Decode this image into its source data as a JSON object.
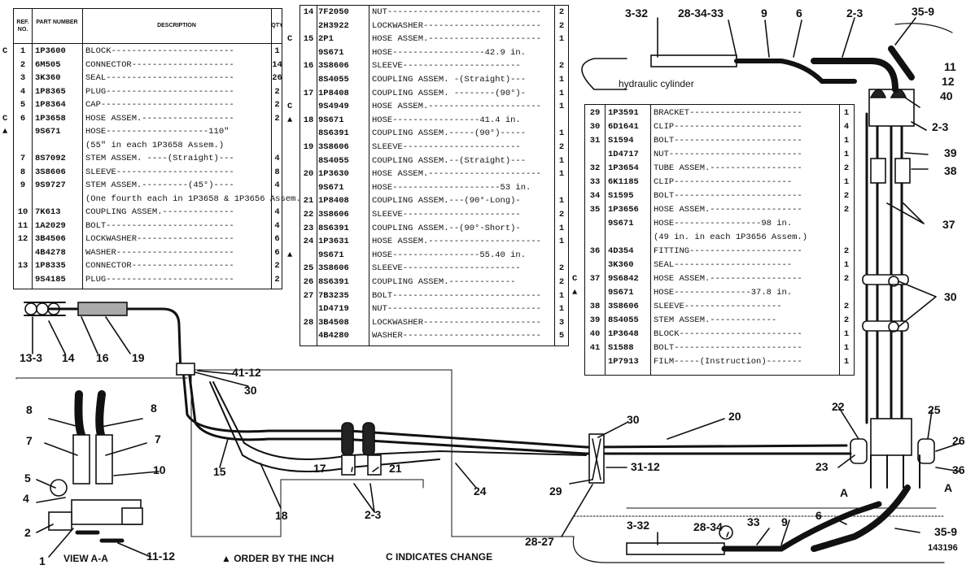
{
  "table1": {
    "headers": {
      "ref": "REF. NO.",
      "part": "PART NUMBER",
      "desc": "DESCRIPTION",
      "qty": "QTY"
    },
    "rows": [
      {
        "ref": "1",
        "part": "1P3600",
        "desc": "BLOCK------------------------",
        "qty": "1",
        "mark": "C"
      },
      {
        "ref": "2",
        "part": "6M505",
        "desc": "CONNECTOR--------------------",
        "qty": "14",
        "mark": ""
      },
      {
        "ref": "3",
        "part": "3K360",
        "desc": "SEAL-------------------------",
        "qty": "26",
        "mark": ""
      },
      {
        "ref": "4",
        "part": "1P8365",
        "desc": "PLUG-------------------------",
        "qty": "2",
        "mark": ""
      },
      {
        "ref": "5",
        "part": "1P8364",
        "desc": "CAP--------------------------",
        "qty": "2",
        "mark": ""
      },
      {
        "ref": "6",
        "part": "1P3658",
        "desc": "HOSE ASSEM.------------------",
        "qty": "2",
        "mark": "C"
      },
      {
        "ref": "",
        "part": "9S671",
        "desc": "  HOSE--------------------110\"",
        "qty": "",
        "mark": "▲"
      },
      {
        "ref": "",
        "part": "",
        "desc": "  (55\" in each 1P3658 Assem.)",
        "qty": "",
        "mark": ""
      },
      {
        "ref": "7",
        "part": "8S7092",
        "desc": "STEM ASSEM. ----(Straight)---",
        "qty": "4",
        "mark": ""
      },
      {
        "ref": "8",
        "part": "3S8606",
        "desc": "SLEEVE-----------------------",
        "qty": "8",
        "mark": ""
      },
      {
        "ref": "9",
        "part": "9S9727",
        "desc": "STEM ASSEM.---------(45°)----",
        "qty": "4",
        "mark": ""
      },
      {
        "ref": "",
        "part": "",
        "desc": "(One fourth each in 1P3658 & 1P3656 Assem.)",
        "qty": "",
        "mark": ""
      },
      {
        "ref": "10",
        "part": "7K613",
        "desc": "COUPLING ASSEM.--------------",
        "qty": "4",
        "mark": ""
      },
      {
        "ref": "11",
        "part": "1A2029",
        "desc": "BOLT-------------------------",
        "qty": "4",
        "mark": ""
      },
      {
        "ref": "12",
        "part": "3B4506",
        "desc": "LOCKWASHER-------------------",
        "qty": "6",
        "mark": ""
      },
      {
        "ref": "",
        "part": "4B4278",
        "desc": "WASHER-----------------------",
        "qty": "6",
        "mark": ""
      },
      {
        "ref": "13",
        "part": "1P8335",
        "desc": "CONNECTOR--------------------",
        "qty": "2",
        "mark": ""
      },
      {
        "ref": "",
        "part": "9S4185",
        "desc": "PLUG-------------------------",
        "qty": "2",
        "mark": ""
      }
    ]
  },
  "table2": {
    "rows": [
      {
        "ref": "14",
        "part": "7F2050",
        "desc": "NUT------------------------------",
        "qty": "2",
        "mark": ""
      },
      {
        "ref": "",
        "part": "2H3922",
        "desc": "LOCKWASHER-----------------------",
        "qty": "2",
        "mark": ""
      },
      {
        "ref": "15",
        "part": "2P1",
        "desc": "HOSE ASSEM.----------------------",
        "qty": "1",
        "mark": "C"
      },
      {
        "ref": "",
        "part": "9S671",
        "desc": "  HOSE------------------42.9 in.",
        "qty": "",
        "mark": ""
      },
      {
        "ref": "16",
        "part": "3S8606",
        "desc": "  SLEEVE-----------------------",
        "qty": "2",
        "mark": ""
      },
      {
        "ref": "",
        "part": "8S4055",
        "desc": "  COUPLING ASSEM. -(Straight)---",
        "qty": "1",
        "mark": ""
      },
      {
        "ref": "17",
        "part": "1P8408",
        "desc": "  COUPLING ASSEM. --------(90°)-",
        "qty": "1",
        "mark": ""
      },
      {
        "ref": "",
        "part": "9S4949",
        "desc": "HOSE ASSEM.----------------------",
        "qty": "1",
        "mark": "C"
      },
      {
        "ref": "18",
        "part": "9S671",
        "desc": "  HOSE-----------------41.4 in.",
        "qty": "",
        "mark": "▲"
      },
      {
        "ref": "",
        "part": "8S6391",
        "desc": "  COUPLING ASSEM.-----(90°)-----",
        "qty": "1",
        "mark": ""
      },
      {
        "ref": "19",
        "part": "3S8606",
        "desc": "  SLEEVE-----------------------",
        "qty": "2",
        "mark": ""
      },
      {
        "ref": "",
        "part": "8S4055",
        "desc": "  COUPLING ASSEM.--(Straight)---",
        "qty": "1",
        "mark": ""
      },
      {
        "ref": "20",
        "part": "1P3630",
        "desc": "HOSE ASSEM.----------------------",
        "qty": "1",
        "mark": ""
      },
      {
        "ref": "",
        "part": "9S671",
        "desc": "  HOSE---------------------53 in.",
        "qty": "",
        "mark": ""
      },
      {
        "ref": "21",
        "part": "1P8408",
        "desc": "  COUPLING ASSEM.---(90°-Long)-",
        "qty": "1",
        "mark": ""
      },
      {
        "ref": "22",
        "part": "3S8606",
        "desc": "  SLEEVE-----------------------",
        "qty": "2",
        "mark": ""
      },
      {
        "ref": "23",
        "part": "8S6391",
        "desc": "  COUPLING ASSEM.--(90°-Short)-",
        "qty": "1",
        "mark": ""
      },
      {
        "ref": "24",
        "part": "1P3631",
        "desc": "HOSE ASSEM.----------------------",
        "qty": "1",
        "mark": ""
      },
      {
        "ref": "",
        "part": "9S671",
        "desc": "  HOSE-----------------55.40 in.",
        "qty": "",
        "mark": "▲"
      },
      {
        "ref": "25",
        "part": "3S8606",
        "desc": "  SLEEVE-----------------------",
        "qty": "2",
        "mark": ""
      },
      {
        "ref": "26",
        "part": "8S6391",
        "desc": "  COUPLING ASSEM.-------------",
        "qty": "2",
        "mark": ""
      },
      {
        "ref": "27",
        "part": "7B3235",
        "desc": "BOLT-----------------------------",
        "qty": "1",
        "mark": ""
      },
      {
        "ref": "",
        "part": "1D4719",
        "desc": "NUT------------------------------",
        "qty": "1",
        "mark": ""
      },
      {
        "ref": "28",
        "part": "3B4508",
        "desc": "LOCKWASHER-----------------------",
        "qty": "3",
        "mark": ""
      },
      {
        "ref": "",
        "part": "4B4280",
        "desc": "WASHER---------------------------",
        "qty": "5",
        "mark": ""
      }
    ]
  },
  "table3": {
    "rows": [
      {
        "ref": "29",
        "part": "1P3591",
        "desc": "BRACKET----------------------",
        "qty": "1",
        "mark": ""
      },
      {
        "ref": "30",
        "part": "6D1641",
        "desc": "CLIP-------------------------",
        "qty": "4",
        "mark": ""
      },
      {
        "ref": "31",
        "part": "S1594",
        "desc": "BOLT-------------------------",
        "qty": "1",
        "mark": ""
      },
      {
        "ref": "",
        "part": "1D4717",
        "desc": "NUT--------------------------",
        "qty": "1",
        "mark": ""
      },
      {
        "ref": "32",
        "part": "1P3654",
        "desc": "TUBE ASSEM.------------------",
        "qty": "2",
        "mark": ""
      },
      {
        "ref": "33",
        "part": "6K1185",
        "desc": "  CLIP-----------------------",
        "qty": "1",
        "mark": ""
      },
      {
        "ref": "34",
        "part": "S1595",
        "desc": "BOLT-------------------------",
        "qty": "2",
        "mark": ""
      },
      {
        "ref": "35",
        "part": "1P3656",
        "desc": "HOSE ASSEM.------------------",
        "qty": "2",
        "mark": ""
      },
      {
        "ref": "",
        "part": "9S671",
        "desc": "  HOSE-----------------98 in.",
        "qty": "",
        "mark": ""
      },
      {
        "ref": "",
        "part": "",
        "desc": "  (49 in. in each 1P3656 Assem.)",
        "qty": "",
        "mark": ""
      },
      {
        "ref": "36",
        "part": "4D354",
        "desc": "FITTING----------------------",
        "qty": "2",
        "mark": ""
      },
      {
        "ref": "",
        "part": "3K360",
        "desc": "  SEAL-----------------------",
        "qty": "1",
        "mark": ""
      },
      {
        "ref": "37",
        "part": "9S6842",
        "desc": "HOSE ASSEM.------------------",
        "qty": "2",
        "mark": "C"
      },
      {
        "ref": "",
        "part": "9S671",
        "desc": "  HOSE---------------37.8 in.",
        "qty": "",
        "mark": "▲"
      },
      {
        "ref": "38",
        "part": "3S8606",
        "desc": "  SLEEVE-------------------",
        "qty": "2",
        "mark": ""
      },
      {
        "ref": "39",
        "part": "8S4055",
        "desc": "  STEM ASSEM.-------------",
        "qty": "2",
        "mark": ""
      },
      {
        "ref": "40",
        "part": "1P3648",
        "desc": "BLOCK------------------------",
        "qty": "1",
        "mark": ""
      },
      {
        "ref": "41",
        "part": "S1588",
        "desc": "BOLT-------------------------",
        "qty": "1",
        "mark": ""
      },
      {
        "ref": "",
        "part": "1P7913",
        "desc": "FILM-----(Instruction)-------",
        "qty": "1",
        "mark": ""
      }
    ]
  },
  "labels": {
    "cyl_top_refs": "3-32",
    "cyl_top_ref2": "28-34-33",
    "cyl_top_ref3": "9",
    "cyl_top_ref4": "6",
    "cyl_top_ref5": "2-3",
    "cyl_top_ref6": "35-9",
    "hydraulic": "hydraulic cylinder",
    "r11": "11",
    "r12": "12",
    "r40": "40",
    "r23b": "2-3",
    "r39": "39",
    "r38": "38",
    "r37": "37",
    "r30a": "30",
    "r13_3": "13-3",
    "r14": "14",
    "r16": "16",
    "r19": "19",
    "r41_12": "41-12",
    "r30b": "30",
    "r8a": "8",
    "r8b": "8",
    "r7a": "7",
    "r7b": "7",
    "r5": "5",
    "r10": "10",
    "r4": "4",
    "r2": "2",
    "r1": "1",
    "r11_12": "11-12",
    "view": "VIEW A-A",
    "r15": "15",
    "r18": "18",
    "r17": "17",
    "r21": "21",
    "r2_3": "2-3",
    "r24": "24",
    "r30c": "30",
    "r20": "20",
    "r31_12": "31-12",
    "r29": "29",
    "r28_27": "28-27",
    "r22": "22",
    "r25": "25",
    "r23": "23",
    "r26": "26",
    "r36": "36",
    "rA1": "A",
    "rA2": "A",
    "r3_32b": "3-32",
    "r28_34": "28-34",
    "r33": "33",
    "r9b": "9",
    "r6b": "6",
    "r35_9b": "35-9",
    "serial": "143196",
    "order_note": "▲ ORDER BY THE INCH",
    "change_note": "C INDICATES CHANGE"
  }
}
